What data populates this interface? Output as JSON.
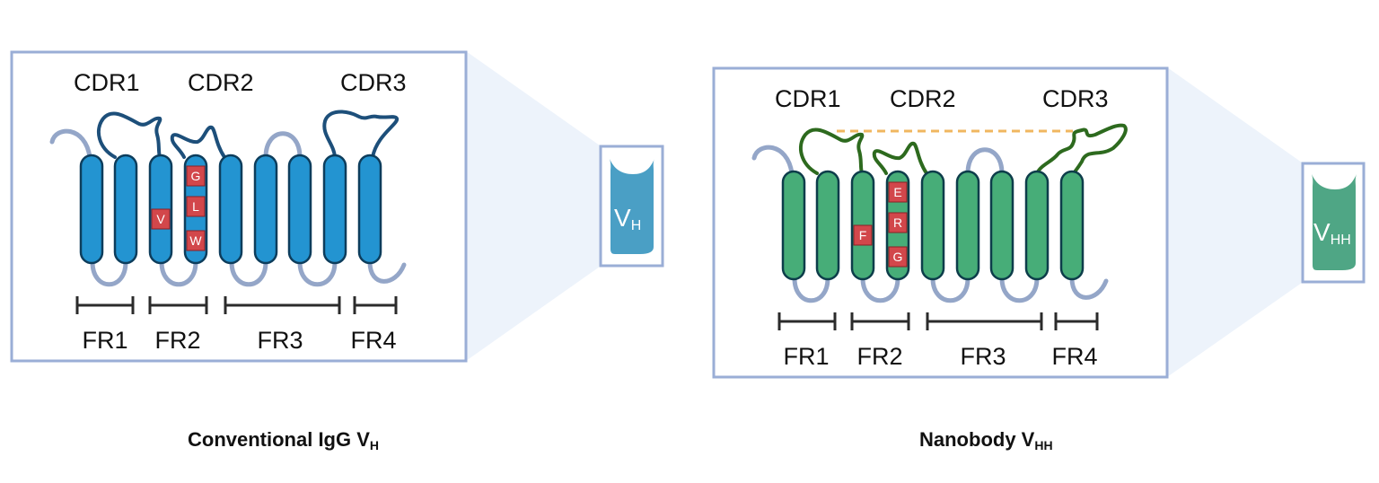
{
  "colors": {
    "frame": "#9aaed6",
    "zoom_fill": "#edf3fb",
    "vh_strand": "#2394d1",
    "vh_strand_stroke": "#0d3d5c",
    "vh_loop": "#1d4f7a",
    "vhh_strand": "#47ad78",
    "vhh_strand_stroke": "#0d3d4a",
    "vhh_loop": "#2d6a1e",
    "gray_loop": "#94a6c8",
    "residue": "#d2474b",
    "residue_stroke": "#8c1f24",
    "dashed": "#f0b760",
    "bracket": "#2b2b2b",
    "vh_domain": "#4a9fc5",
    "vhh_domain": "#4fa685"
  },
  "panels": [
    {
      "id": "conventional",
      "cdr_labels": [
        "CDR1",
        "CDR2",
        "CDR3"
      ],
      "fr_labels": [
        "FR1",
        "FR2",
        "FR3",
        "FR4"
      ],
      "hallmark_residues": {
        "strand3": [
          "V"
        ],
        "strand4": [
          "G",
          "L",
          "W"
        ]
      },
      "domain_label": "V",
      "domain_sub": "H",
      "caption": "Conventional IgG V",
      "caption_sub": "H"
    },
    {
      "id": "nanobody",
      "cdr_labels": [
        "CDR1",
        "CDR2",
        "CDR3"
      ],
      "fr_labels": [
        "FR1",
        "FR2",
        "FR3",
        "FR4"
      ],
      "hallmark_residues": {
        "strand3": [
          "F"
        ],
        "strand4": [
          "E",
          "R",
          "G"
        ]
      },
      "domain_label": "V",
      "domain_sub": "HH",
      "caption": "Nanobody V",
      "caption_sub": "HH"
    }
  ]
}
